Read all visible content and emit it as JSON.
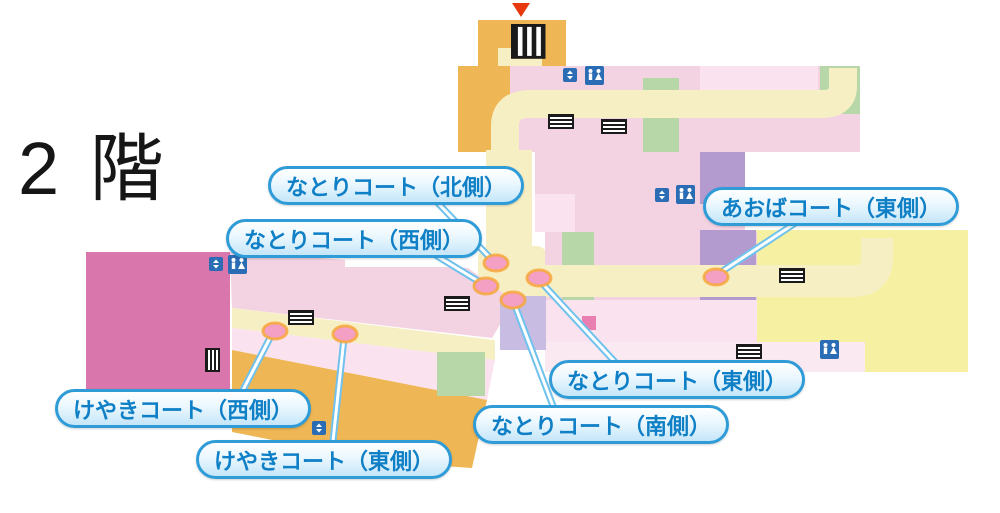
{
  "title": "2 階",
  "map_labels": [
    {
      "id": "natori-north",
      "text": "なとりコート（北側）"
    },
    {
      "id": "natori-west",
      "text": "なとりコート（西側）"
    },
    {
      "id": "aoba-east",
      "text": "あおばコート（東側）"
    },
    {
      "id": "natori-east",
      "text": "なとりコート（東側）"
    },
    {
      "id": "natori-south",
      "text": "なとりコート（南側）"
    },
    {
      "id": "keyaki-west",
      "text": "けやきコート（西側）"
    },
    {
      "id": "keyaki-east",
      "text": "けやきコート（東側）"
    }
  ],
  "icons": {
    "restroom": "🚻",
    "elevator": "↕",
    "stairs": "▤",
    "entrance_marker": "▼"
  },
  "colors": {
    "label_border": "#2f9cd8",
    "label_text": "#0f7fc6",
    "leader_line": "#6fc2ed",
    "marker_fill": "#f49fc4",
    "marker_ring": "#f6a83c",
    "corridor": "#f7efc4",
    "shop_pink": "#f3d2e2",
    "shop_light_pink": "#fae3ee",
    "magenta_block": "#d976ab",
    "orange_block": "#eeb654",
    "yellow_block": "#f6f0a2",
    "green_block": "#b7d7a8",
    "purple_block": "#b49bcf",
    "lavender_block": "#c9bce2",
    "entrance_red": "#e8380d",
    "icon_blue": "#2a6db5"
  }
}
